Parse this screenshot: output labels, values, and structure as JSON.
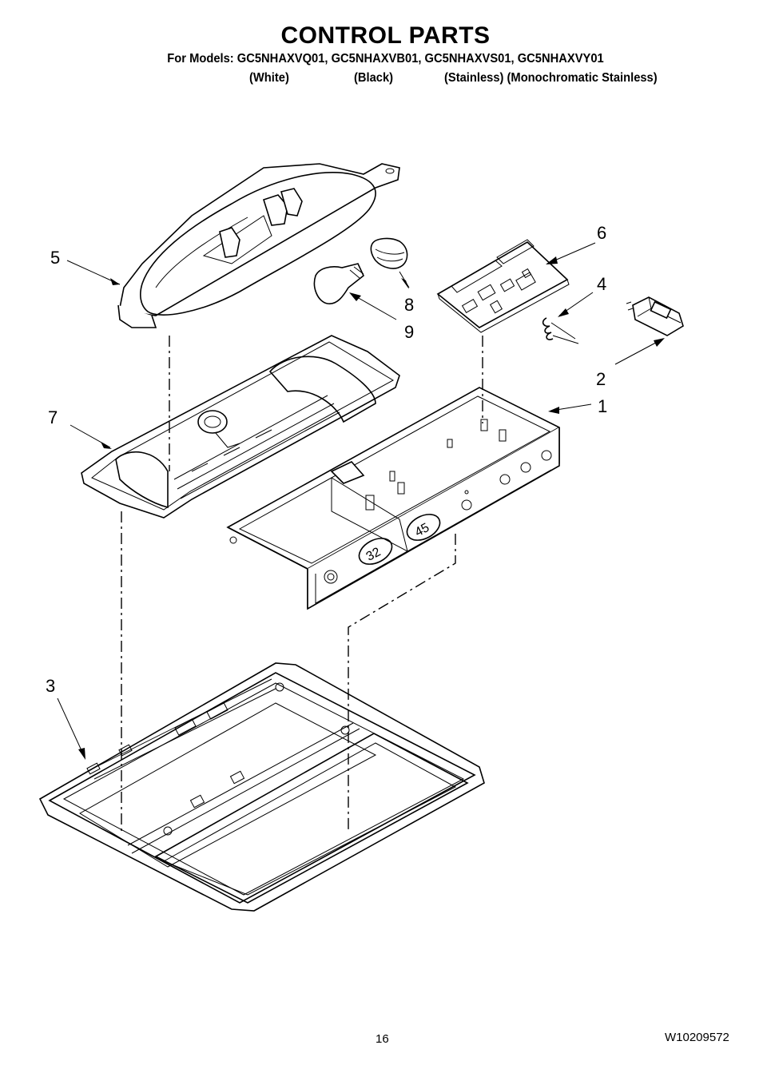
{
  "header": {
    "title": "CONTROL PARTS",
    "models_line": "For Models: GC5NHAXVQ01, GC5NHAXVB01, GC5NHAXVS01, GC5NHAXVY01",
    "variants": [
      "(White)",
      "(Black)",
      "(Stainless) (Monochromatic Stainless)"
    ]
  },
  "callouts": [
    "1",
    "2",
    "3",
    "4",
    "5",
    "6",
    "7",
    "8",
    "9"
  ],
  "display_readouts": [
    "32",
    "45"
  ],
  "footer": {
    "page_number": "16",
    "document_number": "W10209572"
  }
}
